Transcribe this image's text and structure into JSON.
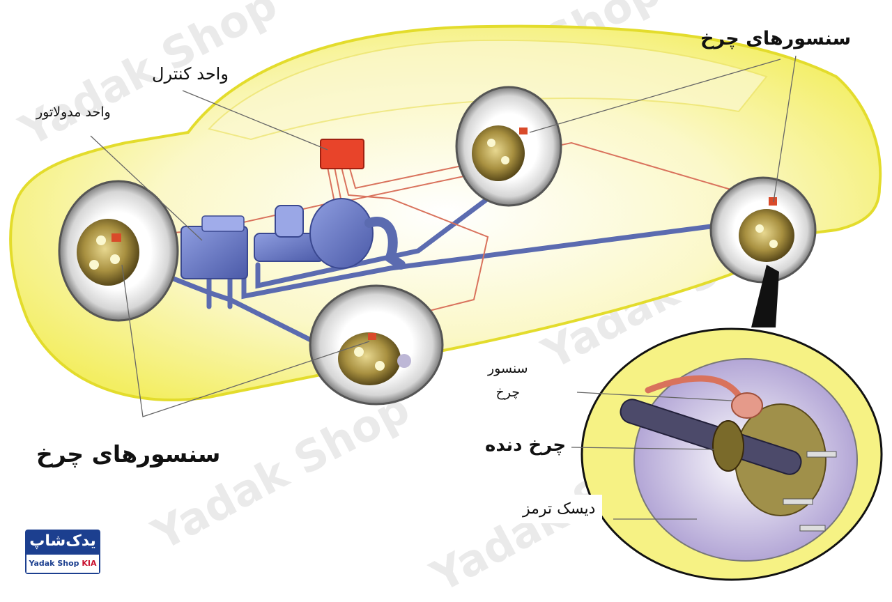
{
  "labels": {
    "control_unit": "واحد کنترل",
    "modulator_unit": "واحد مدولاتور",
    "wheel_sensors_top": "سنسورهای چرخ",
    "wheel_sensors_bottom": "سنسورهای چرخ",
    "wheel_sensor_line1": "سنسور",
    "wheel_sensor_line2": "چرخ",
    "tone_wheel": "چرخ دنده",
    "brake_disc": "دیسک ترمز"
  },
  "watermark": "Yadak Shop",
  "logo": {
    "fa": "یدک‌شاپ",
    "en": "Yadak Shop",
    "kia": "KIA"
  },
  "colors": {
    "car_body": "#f6f284",
    "car_outline": "#e3dc2c",
    "brake_lines": "#5b6bb0",
    "sensor_wires": "#d9725c",
    "control_box": "#e8442a",
    "tire": "#f2f2f2",
    "brand_blue": "#1c3f8f"
  }
}
